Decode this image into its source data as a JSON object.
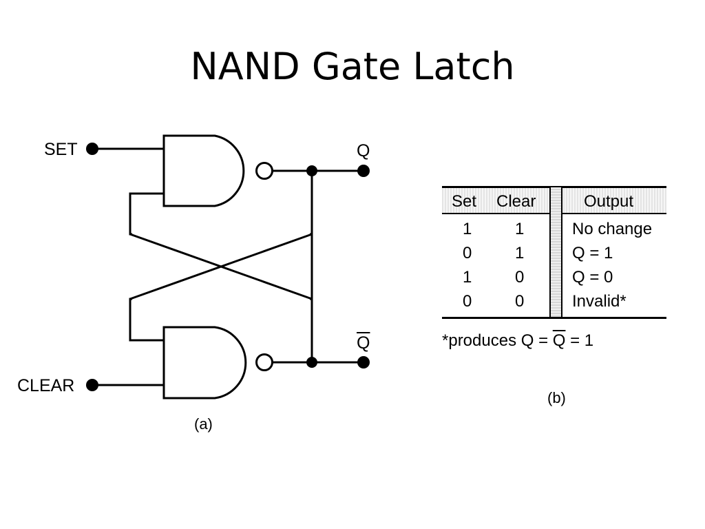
{
  "slide": {
    "title": "NAND Gate Latch"
  },
  "circuit": {
    "inputs": {
      "set": "SET",
      "clear": "CLEAR"
    },
    "outputs": {
      "q": "Q",
      "q_bar": "Q"
    },
    "caption": "(a)"
  },
  "truth_table": {
    "headers": {
      "set": "Set",
      "clear": "Clear",
      "output": "Output"
    },
    "rows": [
      {
        "set": "1",
        "clear": "1",
        "output": "No change"
      },
      {
        "set": "0",
        "clear": "1",
        "output": "Q = 1"
      },
      {
        "set": "1",
        "clear": "0",
        "output": "Q = 0"
      },
      {
        "set": "0",
        "clear": "0",
        "output": "Invalid*"
      }
    ],
    "footnote": {
      "prefix": "*produces Q = ",
      "overlined": "Q",
      "suffix": " = 1"
    },
    "caption": "(b)"
  }
}
